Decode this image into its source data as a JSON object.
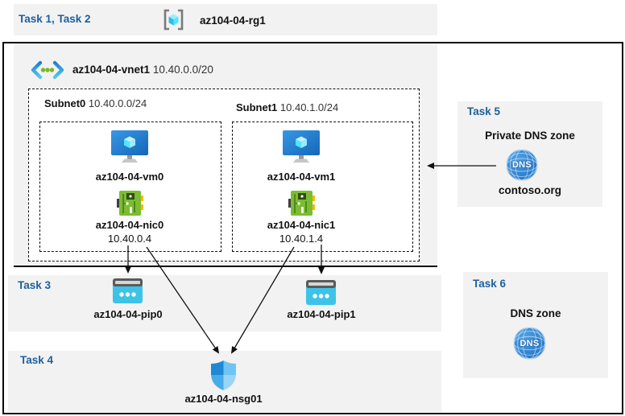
{
  "colors": {
    "accent_blue": "#1D5F9B",
    "band_gray": "#F2F2F2",
    "line_black": "#111111"
  },
  "header": {
    "label": "Task 1, Task 2",
    "resource_group": "az104-04-rg1"
  },
  "vnet": {
    "name": "az104-04-vnet1",
    "cidr": "10.40.0.0/20"
  },
  "subnets": [
    {
      "label": "Subnet0",
      "cidr": "10.40.0.0/24",
      "vm": "az104-04-vm0",
      "nic": "az104-04-nic0",
      "ip": "10.40.0.4"
    },
    {
      "label": "Subnet1",
      "cidr": "10.40.1.0/24",
      "vm": "az104-04-vm1",
      "nic": "az104-04-nic1",
      "ip": "10.40.1.4"
    }
  ],
  "task3": {
    "label": "Task 3",
    "pip0": "az104-04-pip0",
    "pip1": "az104-04-pip1"
  },
  "task4": {
    "label": "Task 4",
    "nsg": "az104-04-nsg01"
  },
  "task5": {
    "label": "Task 5",
    "title": "Private DNS zone",
    "zone": "contoso.org",
    "icon_text": "DNS"
  },
  "task6": {
    "label": "Task 6",
    "title": "DNS zone",
    "icon_text": "DNS"
  }
}
